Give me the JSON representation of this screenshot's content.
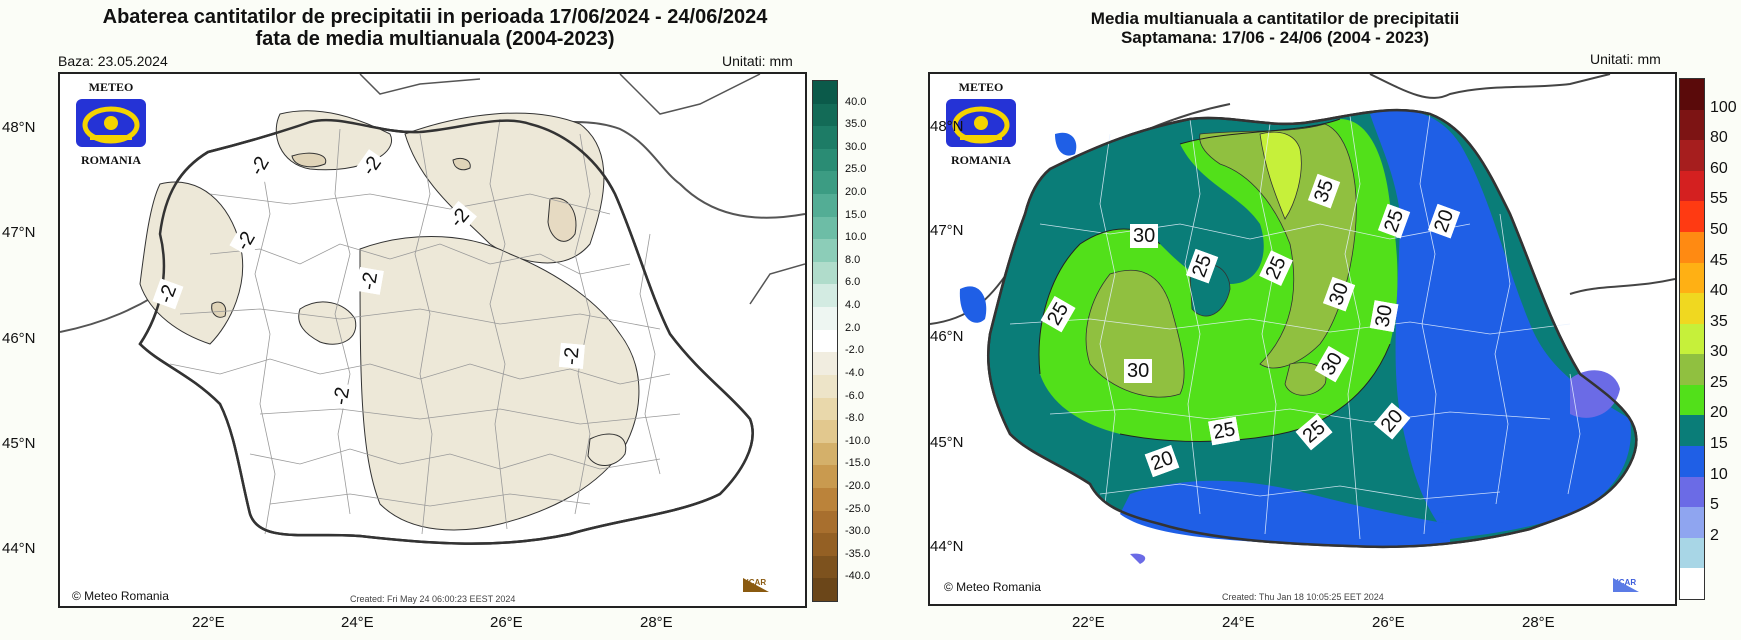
{
  "left": {
    "title_line1": "Abaterea cantitatilor de precipitatii in perioada 17/06/2024 - 24/06/2024",
    "title_line2": "fata de media multianuala (2004-2023)",
    "baza": "Baza: 23.05.2024",
    "units": "Unitati: mm",
    "lat_labels": [
      "48°N",
      "47°N",
      "46°N",
      "45°N",
      "44°N"
    ],
    "lon_labels": [
      "22°E",
      "24°E",
      "26°E",
      "28°E"
    ],
    "copyright": "© Meteo Romania",
    "created": "Created: Fri May 24 06:00:23 EEST 2024",
    "ncar": "NCAR",
    "colorbar_ticks": [
      "40.0",
      "35.0",
      "30.0",
      "25.0",
      "20.0",
      "15.0",
      "10.0",
      "8.0",
      "6.0",
      "4.0",
      "2.0",
      "-2.0",
      "-4.0",
      "-6.0",
      "-8.0",
      "-10.0",
      "-15.0",
      "-20.0",
      "-25.0",
      "-30.0",
      "-35.0",
      "-40.0"
    ],
    "colorbar_colors": [
      "#0b5a4a",
      "#136b57",
      "#1d7c66",
      "#2a8c74",
      "#3c9c83",
      "#53ad95",
      "#6dbda6",
      "#8ccdb8",
      "#b0dccb",
      "#d3ebe2",
      "#eef6f2",
      "#ffffff",
      "#f1ede0",
      "#ede4c8",
      "#e9d8ab",
      "#e2c88e",
      "#d4b06a",
      "#c99a4f",
      "#bb833a",
      "#a86f2e",
      "#946024",
      "#7d521e",
      "#6b4619"
    ],
    "contour_labels": [
      "-2",
      "-2",
      "-2",
      "-2",
      "-2",
      "-2",
      "-2",
      "-2"
    ]
  },
  "right": {
    "title_line1": "Media multianuala a cantitatilor de precipitatii",
    "title_line2": "Saptamana: 17/06 - 24/06 (2004 - 2023)",
    "units": "Unitati: mm",
    "lat_labels": [
      "48°N",
      "47°N",
      "46°N",
      "45°N",
      "44°N"
    ],
    "lon_labels": [
      "22°E",
      "24°E",
      "26°E",
      "28°E"
    ],
    "copyright": "© Meteo Romania",
    "created": "Created: Thu Jan 18 10:05:25 EET 2024",
    "ncar": "NCAR",
    "colorbar_ticks": [
      "100",
      "80",
      "60",
      "55",
      "50",
      "45",
      "40",
      "35",
      "30",
      "25",
      "20",
      "15",
      "10",
      "5",
      "2"
    ],
    "colorbar_colors": [
      "#5a0a0a",
      "#7d1414",
      "#a61e1e",
      "#d42020",
      "#ff3a12",
      "#ff8a12",
      "#ffb014",
      "#f0d820",
      "#c6f03a",
      "#90c040",
      "#52e01a",
      "#0a7d78",
      "#1f5fe6",
      "#6b6be6",
      "#8fa5f0",
      "#a8d6e6",
      "#ffffff"
    ],
    "contour_labels": [
      "35",
      "25",
      "20",
      "30",
      "25",
      "25",
      "30",
      "25",
      "30",
      "30",
      "30",
      "20",
      "20",
      "25",
      "25"
    ]
  },
  "logo": {
    "top_text": "METEO",
    "bottom_text": "ROMANIA"
  }
}
